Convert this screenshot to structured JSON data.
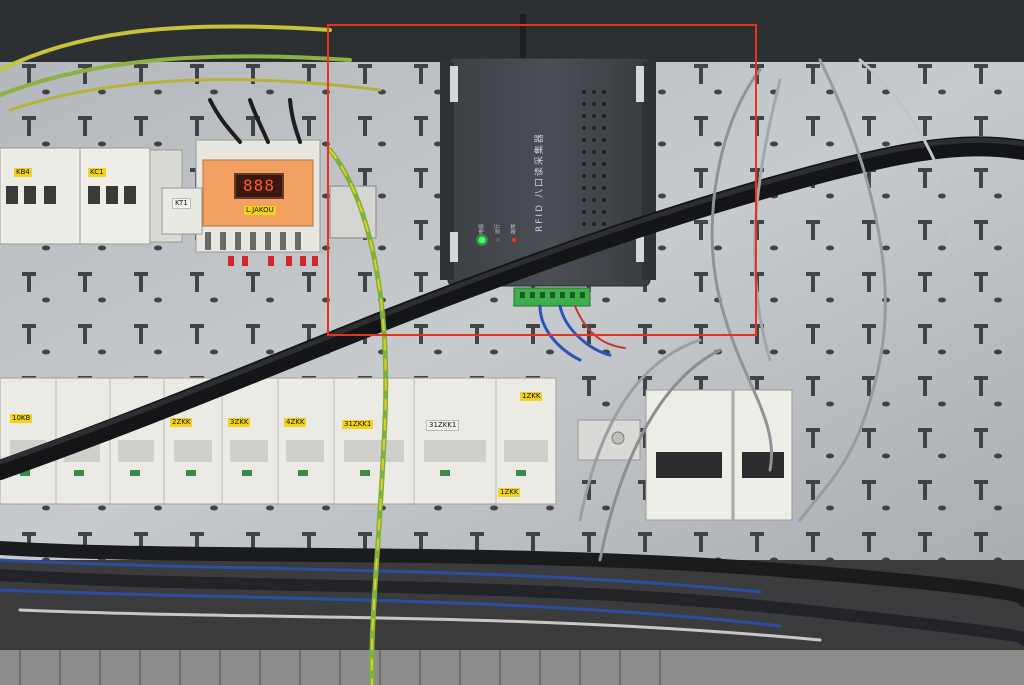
{
  "device": {
    "title": "RFID 八口读采集器",
    "led_labels": [
      "电源",
      "运行",
      "故障"
    ]
  },
  "controller": {
    "display": "888",
    "brand": "L.JAKOU",
    "tag": "KT1"
  },
  "contactor_labels": [
    "KB4",
    "KC1"
  ],
  "breaker_labels": [
    "10KB",
    "2ZKK",
    "3ZKK",
    "4ZKK",
    "31ZKK1",
    "31ZKK1",
    "1ZKK",
    "1ZKK"
  ],
  "colors": {
    "highlight": "#e8321e",
    "led_on": "#3dff5a",
    "led_red": "#ff2a20",
    "terminal_green": "#3fae4c"
  }
}
